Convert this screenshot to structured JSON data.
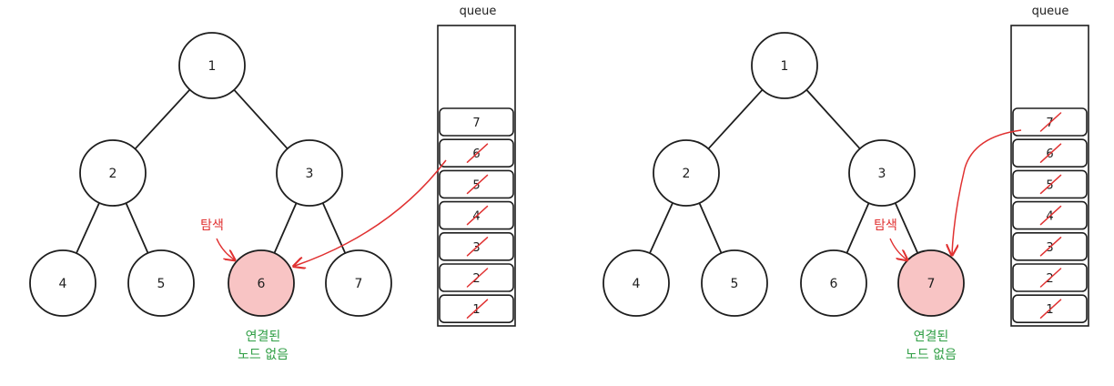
{
  "panels": [
    {
      "queue_label": "queue",
      "nodes": [
        {
          "id": "n1",
          "label": "1",
          "highlighted": false
        },
        {
          "id": "n2",
          "label": "2",
          "highlighted": false
        },
        {
          "id": "n3",
          "label": "3",
          "highlighted": false
        },
        {
          "id": "n4",
          "label": "4",
          "highlighted": false
        },
        {
          "id": "n5",
          "label": "5",
          "highlighted": false
        },
        {
          "id": "n6",
          "label": "6",
          "highlighted": true
        },
        {
          "id": "n7",
          "label": "7",
          "highlighted": false
        }
      ],
      "edges": [
        [
          "n1",
          "n2"
        ],
        [
          "n1",
          "n3"
        ],
        [
          "n2",
          "n4"
        ],
        [
          "n2",
          "n5"
        ],
        [
          "n3",
          "n6"
        ],
        [
          "n3",
          "n7"
        ]
      ],
      "queue": [
        {
          "label": "7",
          "crossed": false
        },
        {
          "label": "6",
          "crossed": true
        },
        {
          "label": "5",
          "crossed": true
        },
        {
          "label": "4",
          "crossed": true
        },
        {
          "label": "3",
          "crossed": true
        },
        {
          "label": "2",
          "crossed": true
        },
        {
          "label": "1",
          "crossed": true
        }
      ],
      "explore_label": "탐색",
      "note_line1": "연결된",
      "note_line2": "노드 없음"
    },
    {
      "queue_label": "queue",
      "nodes": [
        {
          "id": "n1",
          "label": "1",
          "highlighted": false
        },
        {
          "id": "n2",
          "label": "2",
          "highlighted": false
        },
        {
          "id": "n3",
          "label": "3",
          "highlighted": false
        },
        {
          "id": "n4",
          "label": "4",
          "highlighted": false
        },
        {
          "id": "n5",
          "label": "5",
          "highlighted": false
        },
        {
          "id": "n6",
          "label": "6",
          "highlighted": false
        },
        {
          "id": "n7",
          "label": "7",
          "highlighted": true
        }
      ],
      "edges": [
        [
          "n1",
          "n2"
        ],
        [
          "n1",
          "n3"
        ],
        [
          "n2",
          "n4"
        ],
        [
          "n2",
          "n5"
        ],
        [
          "n3",
          "n6"
        ],
        [
          "n3",
          "n7"
        ]
      ],
      "queue": [
        {
          "label": "7",
          "crossed": true
        },
        {
          "label": "6",
          "crossed": true
        },
        {
          "label": "5",
          "crossed": true
        },
        {
          "label": "4",
          "crossed": true
        },
        {
          "label": "3",
          "crossed": true
        },
        {
          "label": "2",
          "crossed": true
        },
        {
          "label": "1",
          "crossed": true
        }
      ],
      "explore_label": "탐색",
      "note_line1": "연결된",
      "note_line2": "노드 없음"
    }
  ],
  "colors": {
    "stroke": "#1e1e1e",
    "highlight_fill": "#f8c4c4",
    "highlight_stroke": "#1e1e1e",
    "red": "#e03131",
    "green": "#2f9e44",
    "background": "#ffffff"
  }
}
